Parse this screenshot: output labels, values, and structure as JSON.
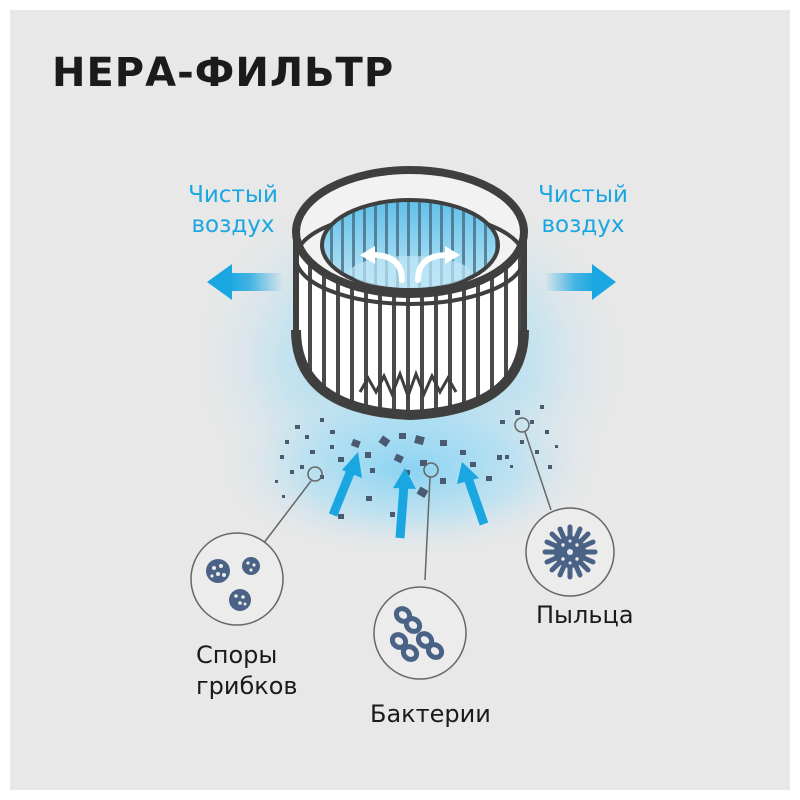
{
  "title": "НЕРА-ФИЛЬТР",
  "clean_air": {
    "left": {
      "line1": "Чистый",
      "line2": "воздух"
    },
    "right": {
      "line1": "Чистый",
      "line2": "воздух"
    }
  },
  "particles": [
    {
      "id": "spores",
      "line1": "Споры",
      "line2": "грибков",
      "icon": "spores-icon"
    },
    {
      "id": "bacteria",
      "line1": "Бактерии",
      "icon": "bacteria-icon"
    },
    {
      "id": "pollen",
      "line1": "Пыльца",
      "icon": "pollen-icon"
    }
  ],
  "colors": {
    "background": "#e8e8e8",
    "accent_blue": "#1aa7e1",
    "text_dark": "#1b1b1b",
    "icon_slate": "#4a6285",
    "filter_frame": "#4a4a4a"
  }
}
